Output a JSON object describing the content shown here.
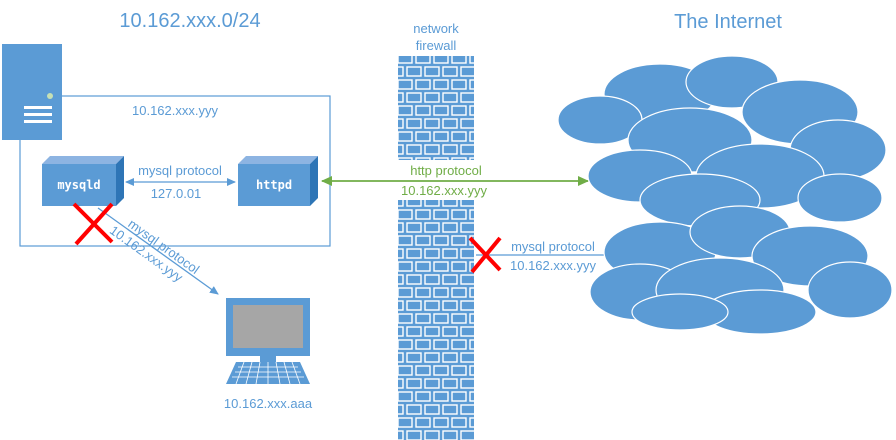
{
  "network": {
    "title": "10.162.xxx.0/24"
  },
  "server": {
    "ip": "10.162.xxx.yyy"
  },
  "services": {
    "mysqld": "mysqld",
    "httpd": "httpd"
  },
  "local_link": {
    "protocol": "mysql protocol",
    "address": "127.0.01"
  },
  "client_link": {
    "protocol": "mysql protocol",
    "address": "10.162.xxx.yyy"
  },
  "client": {
    "ip": "10.162.xxx.aaa"
  },
  "firewall": {
    "line1": "network",
    "line2": "firewall"
  },
  "http_link": {
    "protocol": "http protocol",
    "address": "10.162.xxx.yyy"
  },
  "internet_link": {
    "protocol": "mysql protocol",
    "address": "10.162.xxx.yyy"
  },
  "internet": {
    "title": "The Internet"
  },
  "colors": {
    "primary": "#5b9bd5",
    "green": "#70ad47",
    "blocked": "#ff0000",
    "brick": "#4a86c8"
  }
}
